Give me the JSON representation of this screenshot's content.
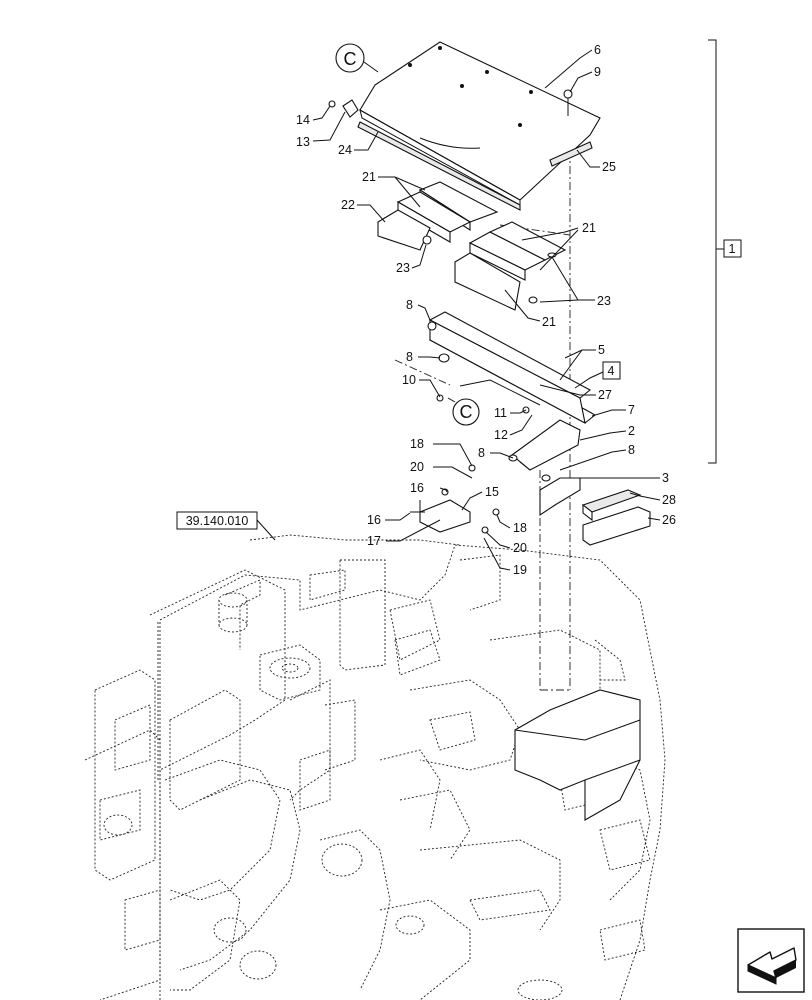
{
  "ref_code": "39.140.010",
  "markers": {
    "top": "C",
    "bottom": "C"
  },
  "boxed": {
    "assembly": "1",
    "sub": "4"
  },
  "labels": {
    "l6": "6",
    "l9": "9",
    "l14": "14",
    "l13": "13",
    "l24": "24",
    "l25": "25",
    "l21a": "21",
    "l22": "22",
    "l21b": "21",
    "l23a": "23",
    "l23b": "23",
    "l21c": "21",
    "l8a": "8",
    "l5": "5",
    "l8b": "8",
    "l10": "10",
    "l27": "27",
    "l7": "7",
    "l11": "11",
    "l12": "12",
    "l2": "2",
    "l18a": "18",
    "l8c": "8",
    "l8d": "8",
    "l20a": "20",
    "l3": "3",
    "l16a": "16",
    "l15": "15",
    "l28": "28",
    "l16b": "16",
    "l26": "26",
    "l18b": "18",
    "l17": "17",
    "l20b": "20",
    "l19": "19"
  },
  "icons": {
    "nav": "back-arrow-icon"
  }
}
